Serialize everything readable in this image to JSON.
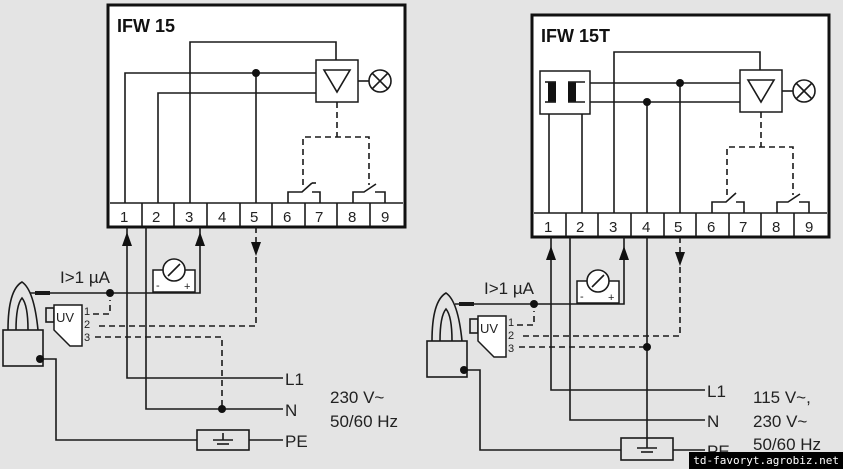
{
  "left": {
    "title": "IFW 15",
    "terminals": [
      "1",
      "2",
      "3",
      "4",
      "5",
      "6",
      "7",
      "8",
      "9"
    ],
    "current_label": "I>1 µA",
    "uv_label": "UV",
    "uv_pins": [
      "1",
      "2",
      "3"
    ],
    "meter_minus": "-",
    "meter_plus": "+",
    "lines": [
      "L1",
      "N",
      "PE"
    ],
    "supply": [
      "230 V~",
      "50/60 Hz"
    ]
  },
  "right": {
    "title": "IFW 15T",
    "terminals": [
      "1",
      "2",
      "3",
      "4",
      "5",
      "6",
      "7",
      "8",
      "9"
    ],
    "current_label": "I>1 µA",
    "uv_label": "UV",
    "uv_pins": [
      "1",
      "2",
      "3"
    ],
    "meter_minus": "-",
    "meter_plus": "+",
    "lines": [
      "L1",
      "N",
      "PE"
    ],
    "supply": [
      "115 V~,",
      "230 V~",
      "50/60 Hz"
    ]
  },
  "watermark": "td-favoryt.agrobiz.net"
}
